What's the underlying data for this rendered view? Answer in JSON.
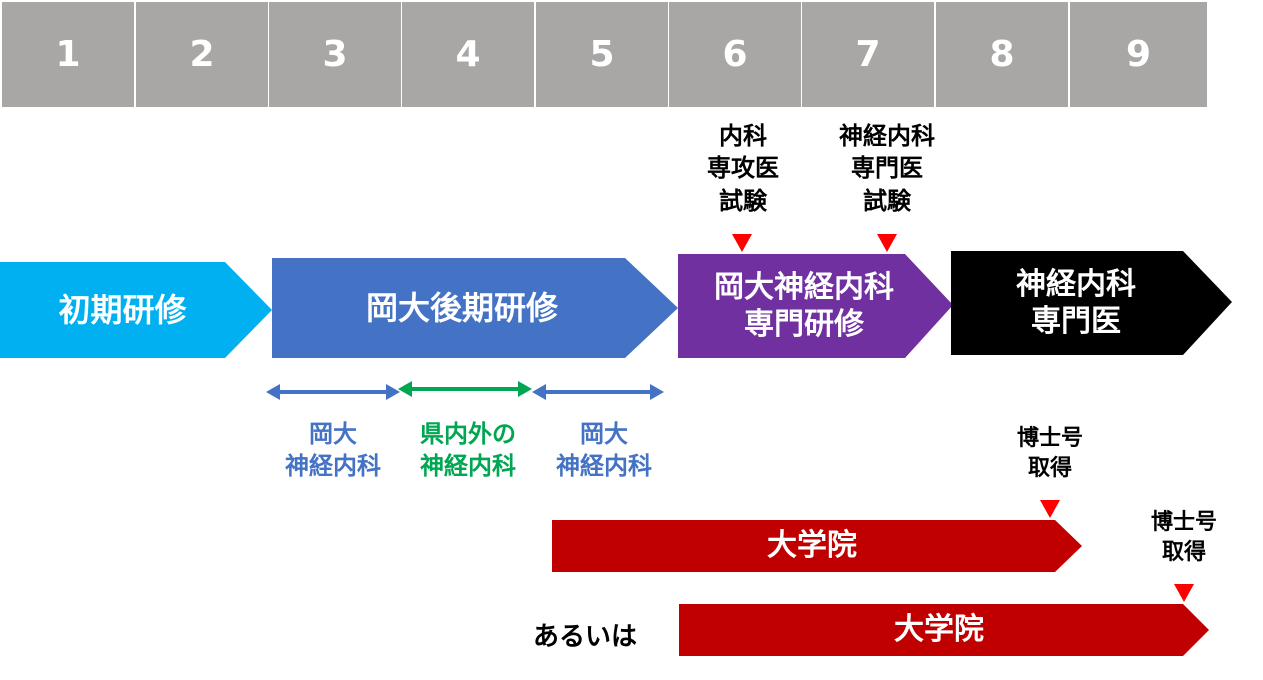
{
  "years": [
    "1",
    "2",
    "3",
    "4",
    "5",
    "6",
    "7",
    "8",
    "9"
  ],
  "colors": {
    "year_box": "#a9a7a5",
    "initial": "#00b0f0",
    "okadai_late": "#4472c4",
    "specialist_training": "#7030a0",
    "specialist": "#000000",
    "grad_school": "#c00000",
    "marker": "#ff0000",
    "green": "#00a651"
  },
  "stages": {
    "initial": "初期研修",
    "late": "岡大後期研修",
    "specialist_training": [
      "岡大神経内科",
      "専門研修"
    ],
    "specialist": [
      "神経内科",
      "専門医"
    ]
  },
  "notes": {
    "internal_exam": [
      "内科",
      "専攻医",
      "試験"
    ],
    "neuro_exam": [
      "神経内科",
      "専門医",
      "試験"
    ],
    "phd_1": [
      "博士号",
      "取得"
    ],
    "phd_2": [
      "博士号",
      "取得"
    ]
  },
  "sub_periods": [
    {
      "line1": "岡大",
      "line2": "神経内科"
    },
    {
      "line1": "県内外の",
      "line2": "神経内科"
    },
    {
      "line1": "岡大",
      "line2": "神経内科"
    }
  ],
  "grad_school": "大学院",
  "or_label": "あるいは"
}
